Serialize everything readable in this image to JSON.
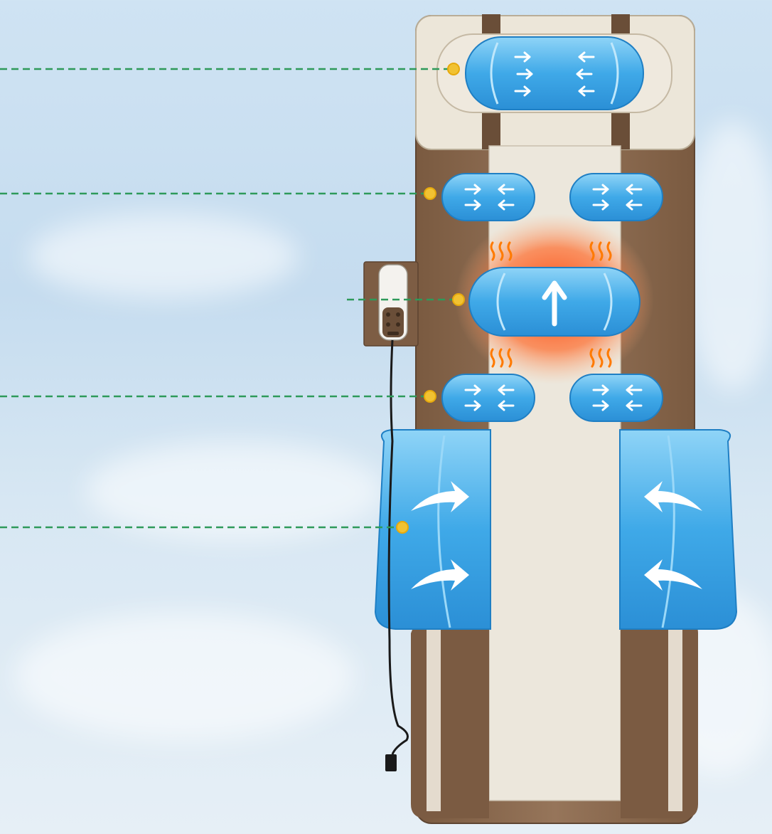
{
  "colors": {
    "background": "#cfe3f3",
    "mat_brown": "#8b6a4e",
    "mat_cream": "#ece6d9",
    "airbag_blue": "#54b6ec",
    "heat_orange": "#ff5a1f",
    "callout_green": "#2e9a5a",
    "callout_dot": "#f1c232"
  },
  "controller": {
    "label_top": "",
    "label_mid": ""
  },
  "zones": [
    {
      "name": "head-airbag"
    },
    {
      "name": "shoulder-airbags"
    },
    {
      "name": "back-airbag-with-heat"
    },
    {
      "name": "waist-airbags"
    },
    {
      "name": "hip-leg-airbags"
    }
  ],
  "icons": [
    "arrow-icon",
    "heat-wave-icon",
    "remote-controller-icon",
    "plug-icon"
  ]
}
